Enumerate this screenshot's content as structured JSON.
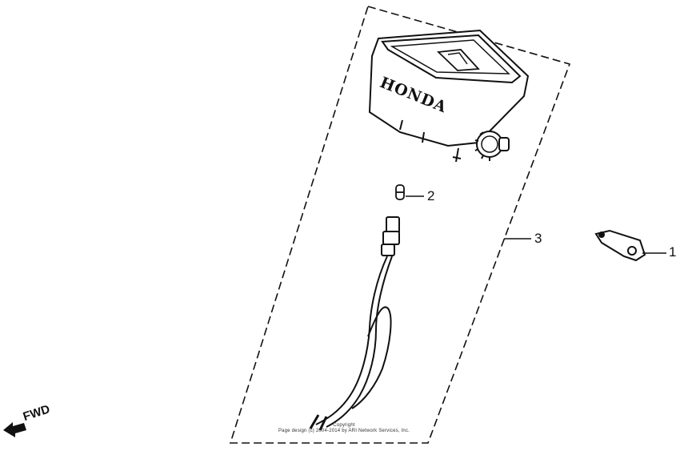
{
  "diagram": {
    "brand": "HONDA",
    "direction_label": "FWD",
    "callouts": [
      {
        "id": "1",
        "label": "1"
      },
      {
        "id": "2",
        "label": "2"
      },
      {
        "id": "3",
        "label": "3"
      }
    ],
    "copyright": {
      "line1": "Copyright",
      "line2": "Page design (c) 2004-2014 by ARI Network Services, Inc."
    }
  },
  "colors": {
    "ink": "#111111",
    "paper": "#ffffff",
    "shade": "#d8d8d8"
  }
}
